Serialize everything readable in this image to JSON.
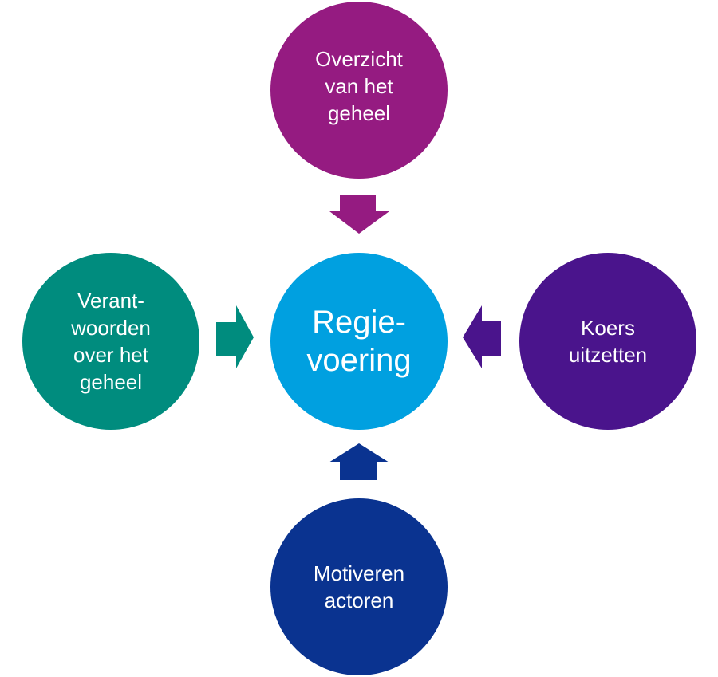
{
  "diagram": {
    "center": {
      "label": "Regie-\nvoering",
      "color": "#00a0e0"
    },
    "nodes": [
      {
        "id": "top",
        "label": "Overzicht\nvan het\ngeheel",
        "color": "#951b81",
        "direction": "down"
      },
      {
        "id": "left",
        "label": "Verant-\nwoorden\nover het\ngeheel",
        "color": "#008c7e",
        "direction": "right"
      },
      {
        "id": "right",
        "label": "Koers\nuitzetten",
        "color": "#4a148c",
        "direction": "left"
      },
      {
        "id": "bottom",
        "label": "Motiveren\nactoren",
        "color": "#0a3390",
        "direction": "up"
      }
    ]
  }
}
